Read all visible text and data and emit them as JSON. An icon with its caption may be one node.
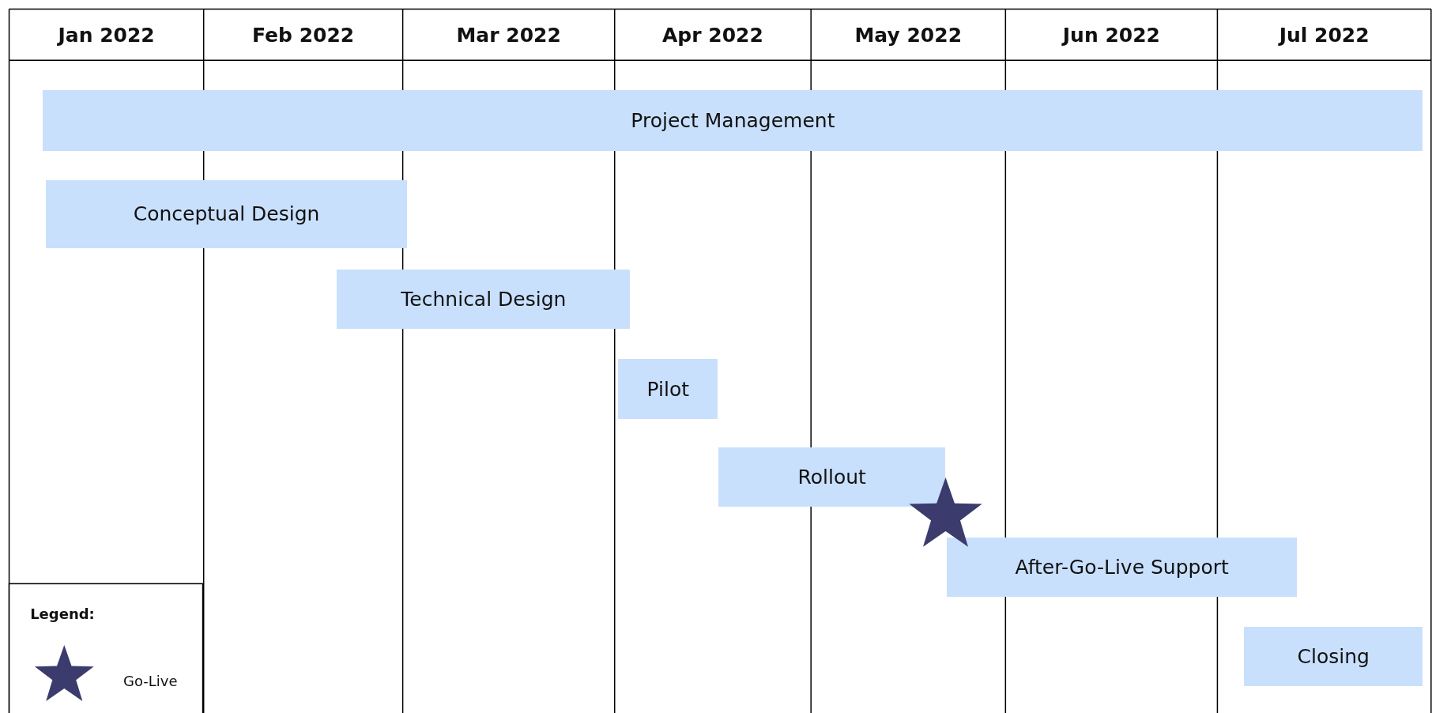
{
  "diagram": {
    "nodes": [
      {
        "text": [
          "Project Management"
        ]
      },
      {
        "text": [
          "Conceptual Design"
        ]
      },
      {
        "text": [
          "Technical Design"
        ]
      },
      {
        "text": [
          "Pilot"
        ]
      },
      {
        "text": [
          "Rollout"
        ]
      },
      {
        "text": [
          "After-Go-Live Support"
        ]
      },
      {
        "text": [
          "Closing"
        ]
      },
      {
        "text": [],
        "shape": "star"
      }
    ],
    "labels": [
      "Jan 2022",
      "Feb 2022",
      "Mar 2022",
      "Apr 2022",
      "May 2022",
      "Jun 2022",
      "Jul 2022",
      "Legend:"
    ],
    "legend": [
      {
        "text": "Go-Live"
      }
    ]
  }
}
